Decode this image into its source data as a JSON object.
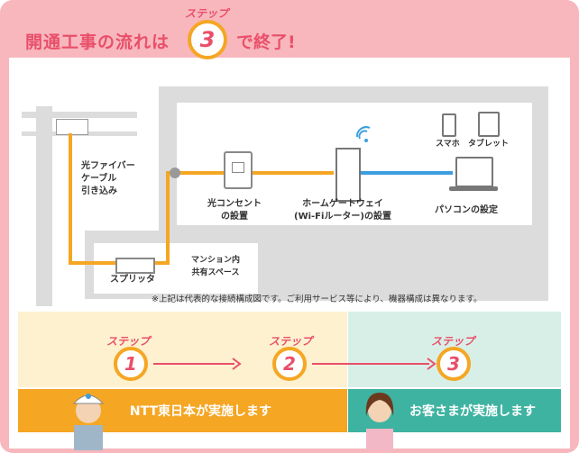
{
  "title": {
    "prefix": "開通工事の流れは",
    "step_word": "ステップ",
    "count": "3",
    "suffix": "で終了!"
  },
  "labels": {
    "fiber": "光ファイバー\nケーブル\n引き込み",
    "outlet": "光コンセント\nの設置",
    "gateway": "ホームゲートウェイ\n(Wi-Fiルーター)の設置",
    "pc": "パソコンの設定",
    "smartphone": "スマホ",
    "tablet": "タブレット",
    "splitter": "スプリッタ",
    "shared_space": "マンション内\n共有スペース"
  },
  "note": "※上記は代表的な接続構成図です。ご利用サービス等により、機器構成は異なります。",
  "steps": [
    {
      "word": "ステップ",
      "number": "1"
    },
    {
      "word": "ステップ",
      "number": "2"
    },
    {
      "word": "ステップ",
      "number": "3"
    }
  ],
  "bars": {
    "ntt": "NTT東日本が実施します",
    "customer": "お客さまが実施します"
  },
  "colors": {
    "pink": "#f7b7bd",
    "title": "#e94f6a",
    "orange": "#f5a623",
    "teal": "#3fb3a1",
    "blue": "#3b9ee0"
  }
}
